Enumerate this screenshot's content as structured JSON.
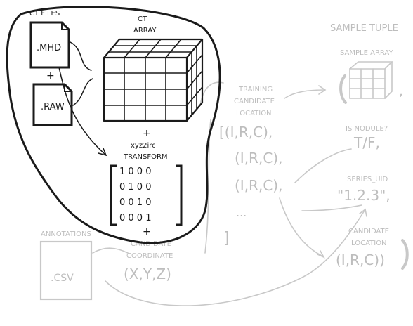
{
  "labels": {
    "ct_files": "CT FILES",
    "mhd": ".MHD",
    "plus_1": "+",
    "raw": ".RAW",
    "ct_array_line1": "CT",
    "ct_array_line2": "ARRAY",
    "plus_2": "+",
    "xyz2irc": "xyz2irc",
    "transform": "TRANSFORM",
    "matrix_rows": [
      "1 0 0 0",
      "0 1 0 0",
      "0 0 1 0",
      "0 0 0 1"
    ],
    "plus_3": "+",
    "annotations": "ANNOTATIONS",
    "csv": ".CSV",
    "candidate_coordinate_line1": "CANDIDATE",
    "candidate_coordinate_line2": "COORDINATE",
    "xyz": "(X,Y,Z)",
    "training_line1": "TRAINING",
    "training_line2": "CANDIDATE",
    "training_line3": "LOCATION",
    "irc_1": "[(I,R,C),",
    "irc_2": "(I,R,C),",
    "irc_3": "(I,R,C),",
    "ellipsis": "...",
    "close_bracket": "]",
    "sample_tuple": "SAMPLE TUPLE",
    "sample_array": "SAMPLE ARRAY",
    "is_nodule": "IS NODULE?",
    "tf": "T/F,",
    "series_uid": "SERIES_UID",
    "series_val": "\"1.2.3\",",
    "candidate_location_line1": "CANDIDATE",
    "candidate_location_line2": "LOCATION",
    "irc_tuple": "(I,R,C))",
    "tuple_open": "(",
    "tuple_comma": ","
  },
  "colors": {
    "ink": "#1a1a1a",
    "faded": "#c4c4c4"
  }
}
